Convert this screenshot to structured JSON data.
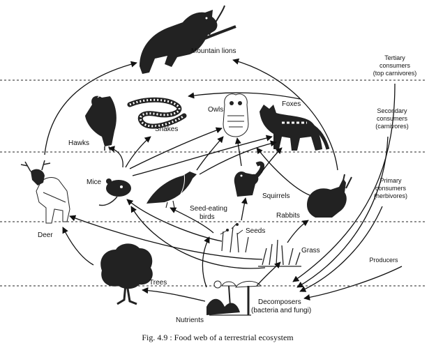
{
  "caption": "Fig. 4.9 : Food web of a terrestrial ecosystem",
  "organisms": {
    "mountain_lions": "Mountain lions",
    "hawks": "Hawks",
    "snakes": "Snakes",
    "owls": "Owls",
    "foxes": "Foxes",
    "deer": "Deer",
    "mice": "Mice",
    "seed_eating_birds_1": "Seed-eating",
    "seed_eating_birds_2": "birds",
    "squirrels": "Squirrels",
    "rabbits": "Rabbits",
    "seeds": "Seeds",
    "grass": "Grass",
    "trees": "Trees",
    "nutrients": "Nutrients",
    "decomposers_1": "Decomposers",
    "decomposers_2": "(bacteria and fungi)"
  },
  "levels": {
    "tertiary_1": "Tertiary",
    "tertiary_2": "consumers",
    "tertiary_3": "(top carnivores)",
    "secondary_1": "Secondary",
    "secondary_2": "consumers",
    "secondary_3": "(carnivores)",
    "primary_1": "Primary",
    "primary_2": "consumers",
    "primary_3": "(herbivores)",
    "producers": "Producers"
  }
}
